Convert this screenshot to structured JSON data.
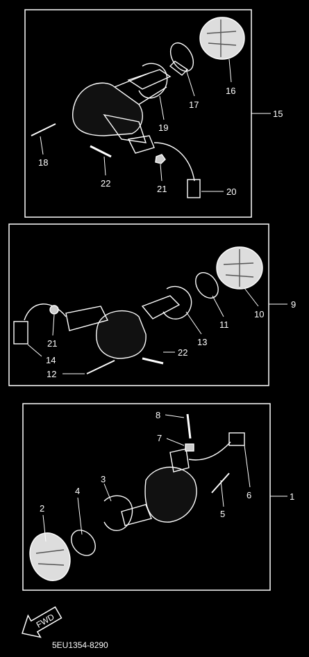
{
  "diagram": {
    "footer_code": "5EU1354-8290",
    "fwd_label": "FWD",
    "assemblies": [
      {
        "id": "15",
        "parts": [
          "16",
          "17",
          "18",
          "19",
          "20",
          "21",
          "22"
        ]
      },
      {
        "id": "9",
        "parts": [
          "10",
          "11",
          "12",
          "13",
          "14",
          "21",
          "22"
        ]
      },
      {
        "id": "1",
        "parts": [
          "2",
          "3",
          "4",
          "5",
          "6",
          "7",
          "8"
        ]
      }
    ],
    "labels": {
      "p16": "16",
      "p17": "17",
      "p15": "15",
      "p19": "19",
      "p18": "18",
      "p22a": "22",
      "p21a": "21",
      "p20": "20",
      "p10": "10",
      "p11": "11",
      "p9": "9",
      "p13": "13",
      "p21b": "21",
      "p22b": "22",
      "p14": "14",
      "p12": "12",
      "p8": "8",
      "p7": "7",
      "p6": "6",
      "p1": "1",
      "p3": "3",
      "p5": "5",
      "p4": "4",
      "p2": "2"
    }
  }
}
